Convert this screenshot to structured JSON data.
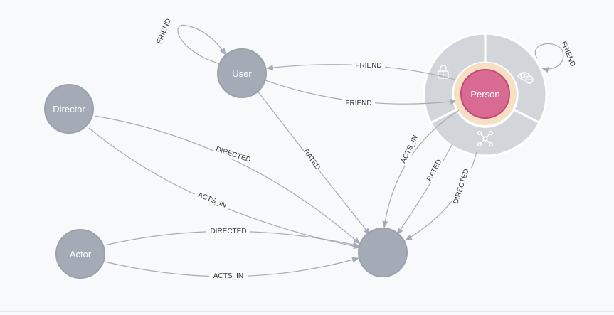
{
  "graph": {
    "colors": {
      "default_node_fill": "#a5abb6",
      "default_node_stroke": "#9aa1ac",
      "selected_node_fill": "#d96a91",
      "selected_node_stroke": "#c34875",
      "selection_halo": "#f6dfc2",
      "ring_fill": "#d2d5da",
      "relationship_stroke": "#a5abb6"
    },
    "nodes": [
      {
        "id": "user",
        "caption": "User",
        "selected": false
      },
      {
        "id": "director",
        "caption": "Director",
        "selected": false
      },
      {
        "id": "actor",
        "caption": "Actor",
        "selected": false
      },
      {
        "id": "target",
        "caption": "",
        "selected": false
      },
      {
        "id": "person",
        "caption": "Person",
        "selected": true
      }
    ],
    "relationships": [
      {
        "id": "user-friend-self",
        "type": "FRIEND",
        "from": "user",
        "to": "user"
      },
      {
        "id": "person-friend-user",
        "type": "FRIEND",
        "from": "person",
        "to": "user"
      },
      {
        "id": "user-friend-person",
        "type": "FRIEND",
        "from": "user",
        "to": "person"
      },
      {
        "id": "person-friend-self",
        "type": "FRIEND",
        "from": "person",
        "to": "person"
      },
      {
        "id": "user-rated",
        "type": "RATED",
        "from": "user",
        "to": "target"
      },
      {
        "id": "director-directed",
        "type": "DIRECTED",
        "from": "director",
        "to": "target"
      },
      {
        "id": "director-acts-in",
        "type": "ACTS_IN",
        "from": "director",
        "to": "target"
      },
      {
        "id": "actor-directed",
        "type": "DIRECTED",
        "from": "actor",
        "to": "target"
      },
      {
        "id": "actor-acts-in",
        "type": "ACTS_IN",
        "from": "actor",
        "to": "target"
      },
      {
        "id": "person-acts-in",
        "type": "ACTS_IN",
        "from": "person",
        "to": "target"
      },
      {
        "id": "person-rated",
        "type": "RATED",
        "from": "person",
        "to": "target"
      },
      {
        "id": "person-directed",
        "type": "DIRECTED",
        "from": "person",
        "to": "target"
      }
    ],
    "node_menu": [
      {
        "id": "lock",
        "icon": "unlock-icon"
      },
      {
        "id": "hide",
        "icon": "eye-hide-icon"
      },
      {
        "id": "expand",
        "icon": "expand-graph-icon"
      }
    ]
  }
}
